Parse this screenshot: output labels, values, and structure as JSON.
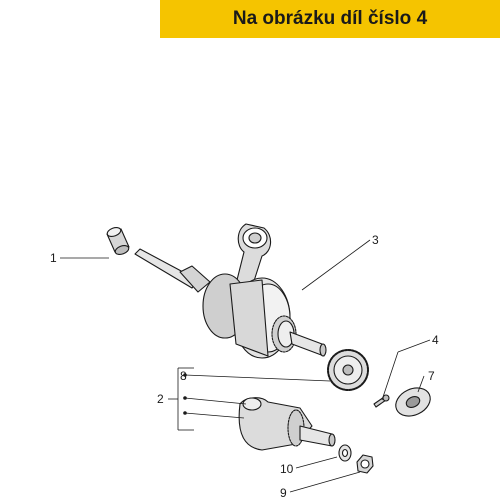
{
  "header": {
    "title": "Na obrázku díl číslo 4",
    "background": "#f5c400"
  },
  "callouts": [
    {
      "id": "1",
      "label": "1"
    },
    {
      "id": "2",
      "label": "2"
    },
    {
      "id": "3",
      "label": "3"
    },
    {
      "id": "4",
      "label": "4"
    },
    {
      "id": "7",
      "label": "7"
    },
    {
      "id": "8",
      "label": "8"
    },
    {
      "id": "9",
      "label": "9"
    },
    {
      "id": "10",
      "label": "10"
    }
  ]
}
